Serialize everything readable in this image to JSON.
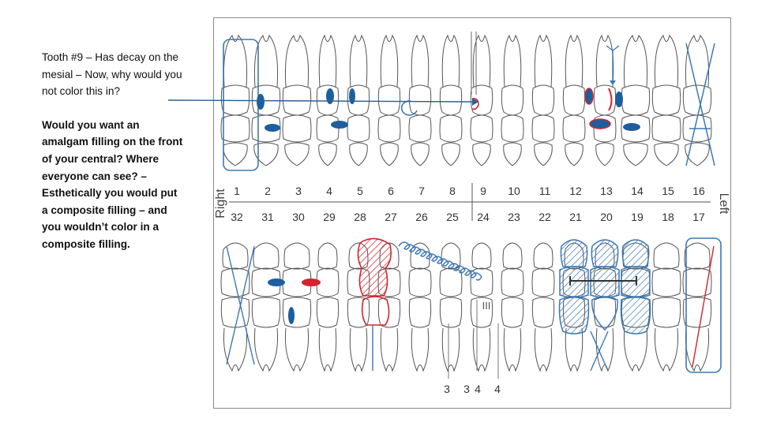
{
  "notes": {
    "paragraph1": "Tooth #9 – Has decay on the mesial – Now, why would you not color this in?",
    "paragraph2": "Would you want an amalgam filling on the front of your central? Where everyone can see? – Esthetically you would put a composite filling – and you wouldn’t color in a composite filling."
  },
  "chart": {
    "side_right": "Right",
    "side_left": "Left",
    "upper_numbers": [
      "1",
      "2",
      "3",
      "4",
      "5",
      "6",
      "7",
      "8",
      "9",
      "10",
      "11",
      "12",
      "13",
      "14",
      "15",
      "16"
    ],
    "lower_numbers": [
      "32",
      "31",
      "30",
      "29",
      "28",
      "27",
      "26",
      "25",
      "24",
      "23",
      "22",
      "21",
      "20",
      "19",
      "18",
      "17"
    ],
    "mobility_mark": "III",
    "pocket_labels": [
      "3",
      "3",
      "4",
      "4"
    ]
  },
  "colors": {
    "amalgam": "#1f5e9e",
    "decay": "#d4232e",
    "chart_line": "#3b78b5",
    "outline": "#555555"
  }
}
